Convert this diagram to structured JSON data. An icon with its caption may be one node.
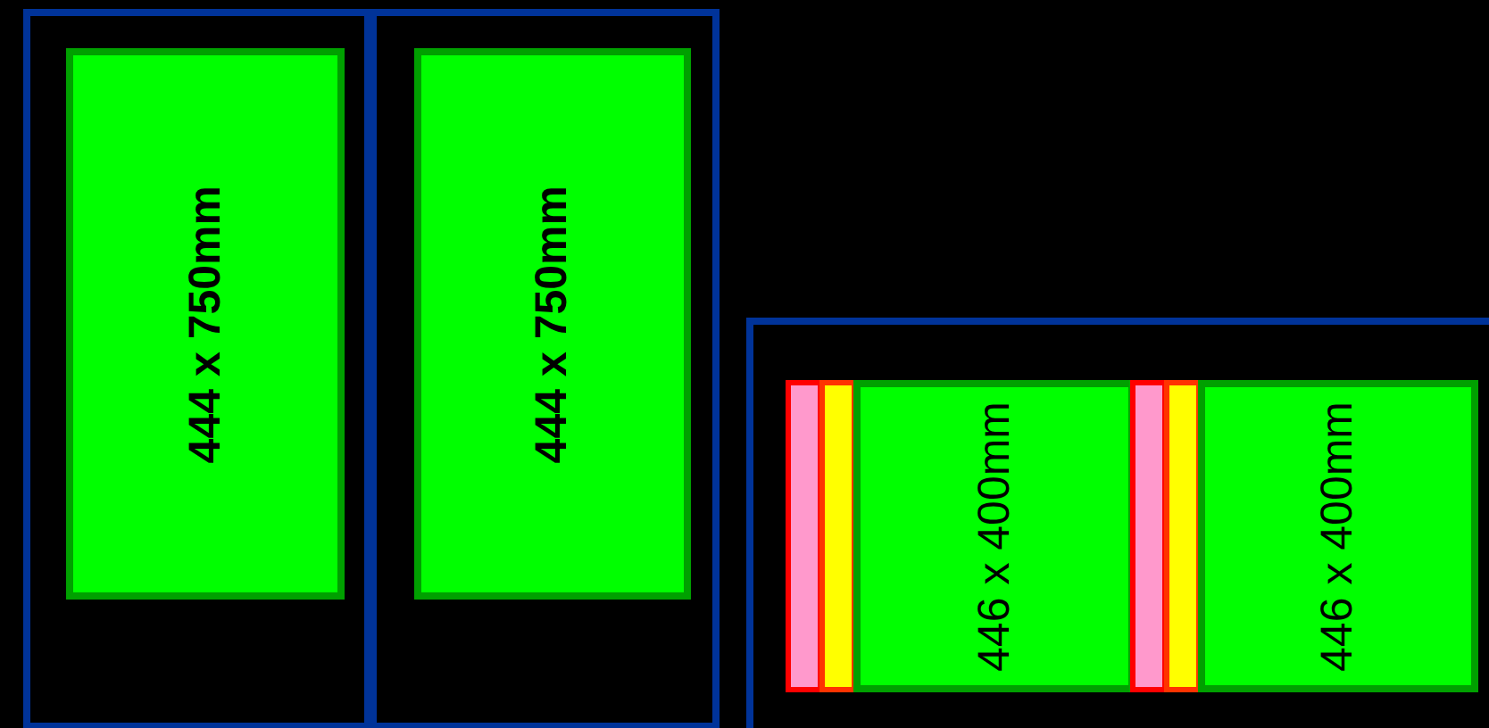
{
  "diagram": {
    "nodes": [
      {
        "text": [],
        "shape": "box"
      },
      {
        "text": [
          "444 x 750mm"
        ],
        "in": 0
      },
      {
        "text": [],
        "shape": "box"
      },
      {
        "text": [
          "444 x 750mm"
        ],
        "in": 2
      },
      {
        "text": [],
        "shape": "box"
      },
      {
        "text": [],
        "shape": "bar",
        "in": 4
      },
      {
        "text": [],
        "shape": "bar",
        "in": 4
      },
      {
        "text": [
          "446 x 400mm"
        ],
        "in": 4
      },
      {
        "text": [],
        "shape": "bar",
        "in": 4
      },
      {
        "text": [],
        "shape": "bar",
        "in": 4
      },
      {
        "text": [
          "446 x 400mm"
        ],
        "in": 4
      }
    ]
  }
}
